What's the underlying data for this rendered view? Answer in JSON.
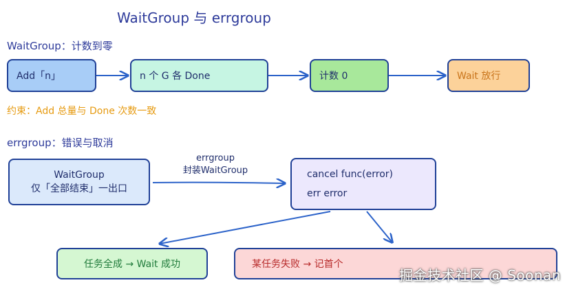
{
  "title": "WaitGroup 与 errgroup",
  "waitgroup_section": {
    "heading": "WaitGroup：计数到零",
    "boxes": [
      "Add「n」",
      "n 个 G 各 Done",
      "计数 0",
      "Wait 放行"
    ],
    "constraint": "约束：Add 总量与 Done 次数一致"
  },
  "errgroup_section": {
    "heading": "errgroup：错误与取消",
    "left_box": {
      "line1": "WaitGroup",
      "line2": "仅「全部结束」一出口"
    },
    "arrow_label": {
      "line1": "errgroup",
      "line2": "封装WaitGroup"
    },
    "right_box": {
      "line1": "cancel func(error)",
      "line2": "err error"
    },
    "success_box": "任务全成 → Wait 成功",
    "fail_box": "某任务失败 → 记首个"
  },
  "watermark": "掘金技术社区 @ Soonan",
  "colors": {
    "stroke": "#1e3f96",
    "blue_fill": "#a8cdf7",
    "teal_fill": "#c6f5e3",
    "green_fill": "#a8e89b",
    "orange_fill": "#fcd29a",
    "light_blue_fill": "#dbe9fb",
    "lavender_fill": "#ece8fd",
    "light_green_fill": "#d5f7d2",
    "pink_fill": "#fcd7d7",
    "orange_text": "#c9741a",
    "green_text": "#1f7a3a",
    "red_text": "#b72a2a"
  }
}
